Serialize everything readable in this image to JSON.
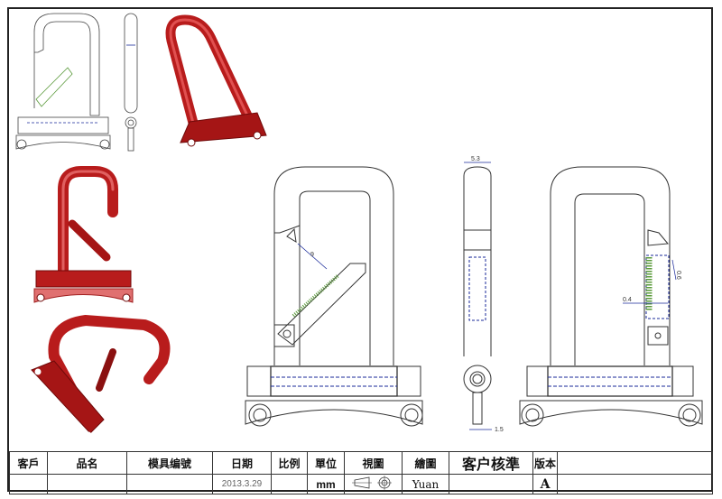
{
  "dimensions": {
    "hook_gap": "9",
    "side_width": "5.3",
    "side_tab": "1.5",
    "spring_wire": "0.4",
    "spring_offset": "0.6"
  },
  "title_block": {
    "headers": {
      "customer": "客戶",
      "part_name": "品名",
      "mold_no": "模具编號",
      "date": "日期",
      "scale": "比例",
      "unit": "單位",
      "view": "視圖",
      "drawn_by": "繪圖",
      "customer_approval": "客户核準",
      "version": "版本"
    },
    "values": {
      "customer": "",
      "part_name": "",
      "mold_no": "",
      "date": "2013.3.29",
      "scale": "",
      "unit": "mm",
      "drawn_by": "Yuan",
      "customer_approval": "",
      "version": "A"
    }
  },
  "colors": {
    "line": "#333333",
    "hidden": "#1a2a9a",
    "spring": "#5a9a3a",
    "render_red": "#b81c1c",
    "render_dark": "#7a0a0a"
  }
}
